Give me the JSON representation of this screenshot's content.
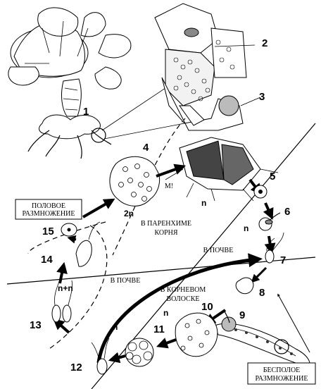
{
  "labels": {
    "sexual": [
      "ПОЛОВОЕ",
      "РАЗМНОЖЕНИЕ"
    ],
    "asexual": [
      "БЕСПОЛОЕ",
      "РАЗМНОЖЕНИЕ"
    ],
    "parenchyma": [
      "В ПАРЕНХИМЕ",
      "КОРНЯ"
    ],
    "soil_right": "В ПОЧВЕ",
    "soil_left": "В ПОЧВЕ",
    "root_hair": [
      "В КОРНЕВОМ",
      "ВОЛОСКЕ"
    ],
    "meiosis": "М!"
  },
  "ploidy": {
    "p_2n": "2n",
    "p_n_center": "n",
    "p_n_left6": "n",
    "p_nn": "n+n",
    "p_n_hair": "n",
    "p_n_lower": "n"
  },
  "numbers": [
    "1",
    "2",
    "3",
    "4",
    "5",
    "6",
    "7",
    "8",
    "9",
    "10",
    "11",
    "12",
    "13",
    "14",
    "15"
  ]
}
